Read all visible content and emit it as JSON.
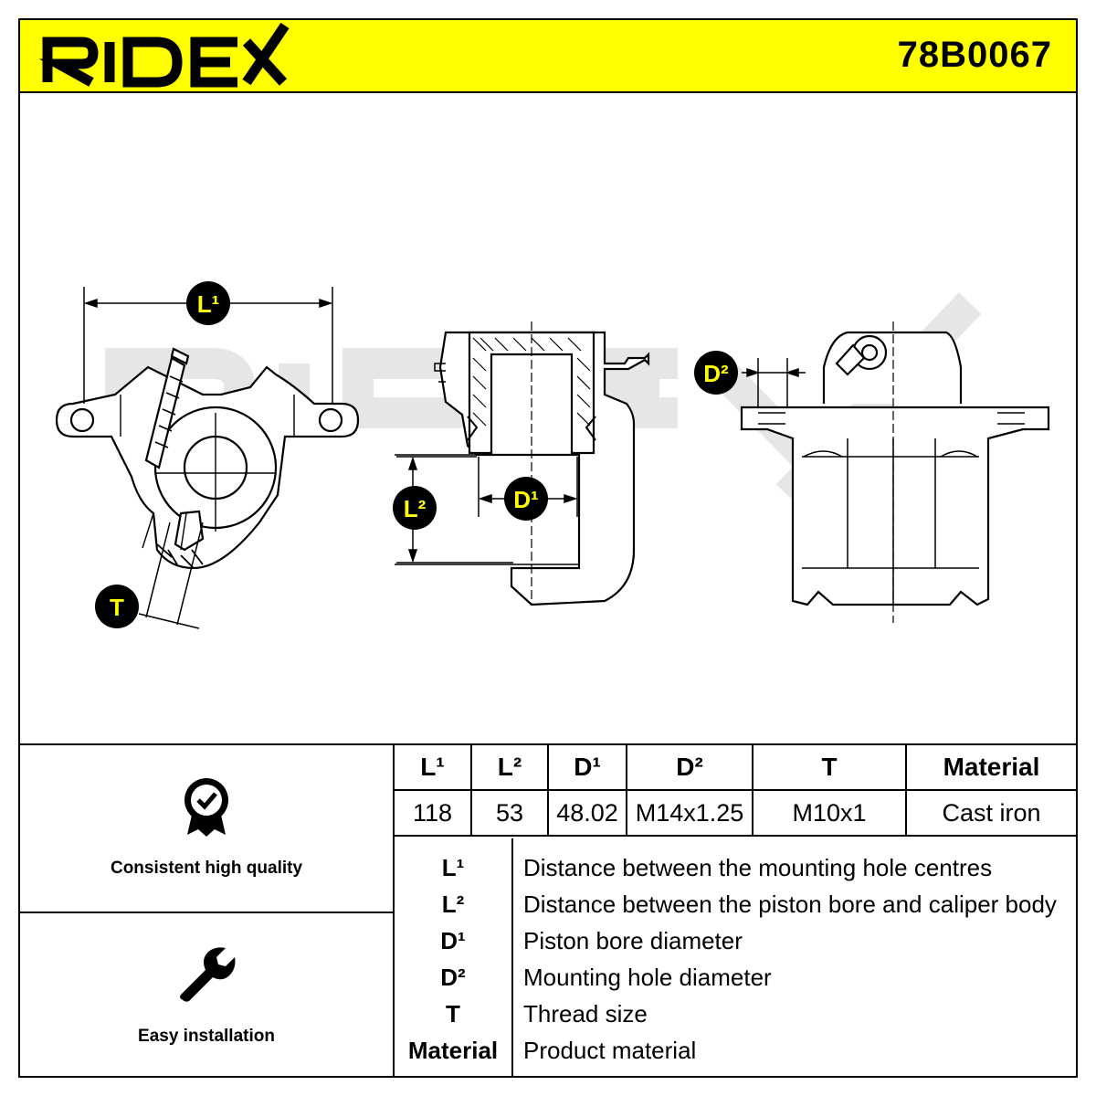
{
  "brand": "RIDEX",
  "part_number": "78B0067",
  "figure": {
    "watermark": "RIDEX",
    "callouts": {
      "l1": "L¹",
      "l2": "L²",
      "d1": "D¹",
      "d2": "D²",
      "t": "T"
    }
  },
  "features": [
    {
      "label": "Consistent high quality",
      "icon": "quality-badge-icon"
    },
    {
      "label": "Easy installation",
      "icon": "wrench-icon"
    }
  ],
  "specs": {
    "headers": [
      "L¹",
      "L²",
      "D¹",
      "D²",
      "T",
      "Material"
    ],
    "values": [
      "118",
      "53",
      "48.02",
      "M14x1.25",
      "M10x1",
      "Cast iron"
    ]
  },
  "legend": [
    {
      "symbol": "L¹",
      "description": "Distance between the mounting hole centres"
    },
    {
      "symbol": "L²",
      "description": "Distance between the piston bore and caliper body"
    },
    {
      "symbol": "D¹",
      "description": "Piston bore diameter"
    },
    {
      "symbol": "D²",
      "description": "Mounting hole diameter"
    },
    {
      "symbol": "T",
      "description": "Thread size"
    },
    {
      "symbol": "Material",
      "description": "Product material"
    }
  ],
  "colors": {
    "header_background": "#ffff00",
    "callout_background": "#000000",
    "callout_text": "#ffff00",
    "watermark": "#e6e6e6"
  }
}
